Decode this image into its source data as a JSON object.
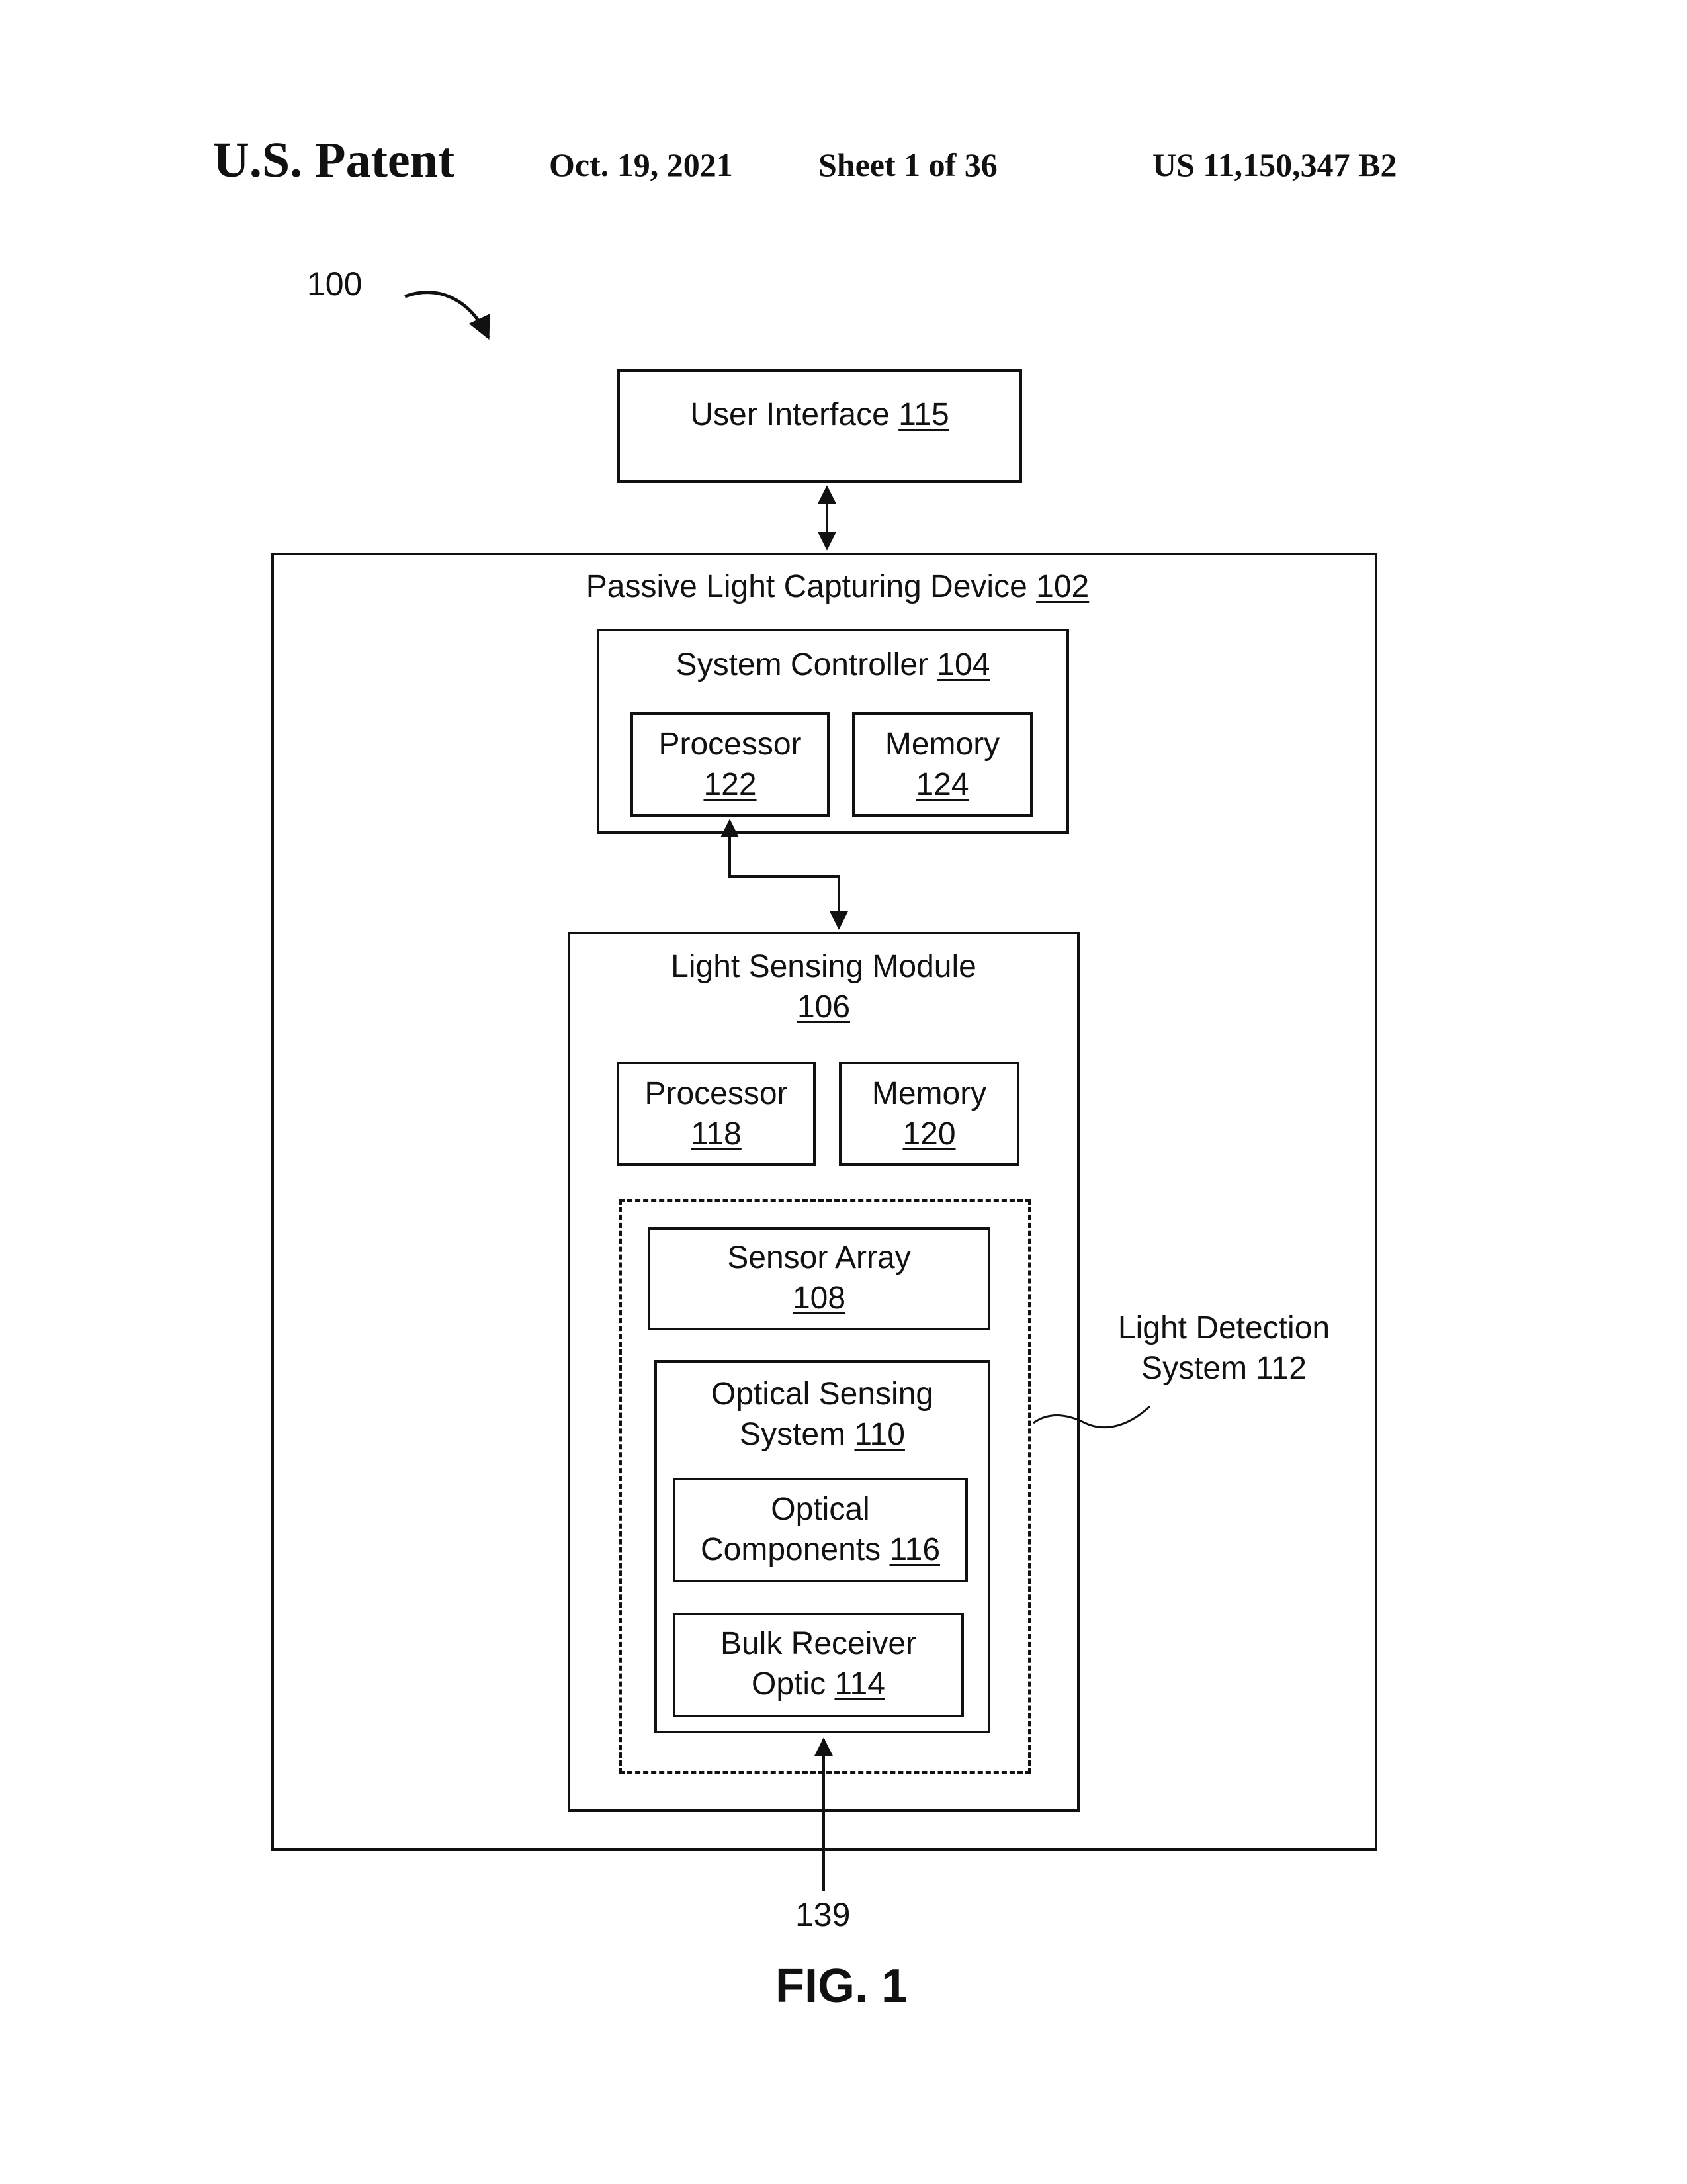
{
  "header": {
    "publisher": "U.S. Patent",
    "date": "Oct. 19, 2021",
    "sheet": "Sheet 1 of 36",
    "patent_number": "US 11,150,347 B2"
  },
  "figure": {
    "ref_number": "100",
    "caption": "FIG. 1",
    "input_ref": "139"
  },
  "blocks": {
    "user_interface": {
      "label": "User Interface",
      "num": "115"
    },
    "device": {
      "label": "Passive Light Capturing Device",
      "num": "102"
    },
    "system_controller": {
      "label": "System Controller",
      "num": "104"
    },
    "sc_processor": {
      "label": "Processor",
      "num": "122"
    },
    "sc_memory": {
      "label": "Memory",
      "num": "124"
    },
    "light_sensing_module": {
      "label": "Light Sensing Module",
      "num": "106"
    },
    "lsm_processor": {
      "label": "Processor",
      "num": "118"
    },
    "lsm_memory": {
      "label": "Memory",
      "num": "120"
    },
    "sensor_array": {
      "label": "Sensor Array",
      "num": "108"
    },
    "optical_sensing_system": {
      "label_line1": "Optical Sensing",
      "label_line2": "System",
      "num": "110"
    },
    "optical_components": {
      "label_line1": "Optical",
      "label_line2": "Components",
      "num": "116"
    },
    "bulk_receiver_optic": {
      "label_line1": "Bulk Receiver",
      "label_line2": "Optic",
      "num": "114"
    },
    "light_detection_system": {
      "label_line1": "Light Detection",
      "label_line2": "System 112"
    }
  }
}
